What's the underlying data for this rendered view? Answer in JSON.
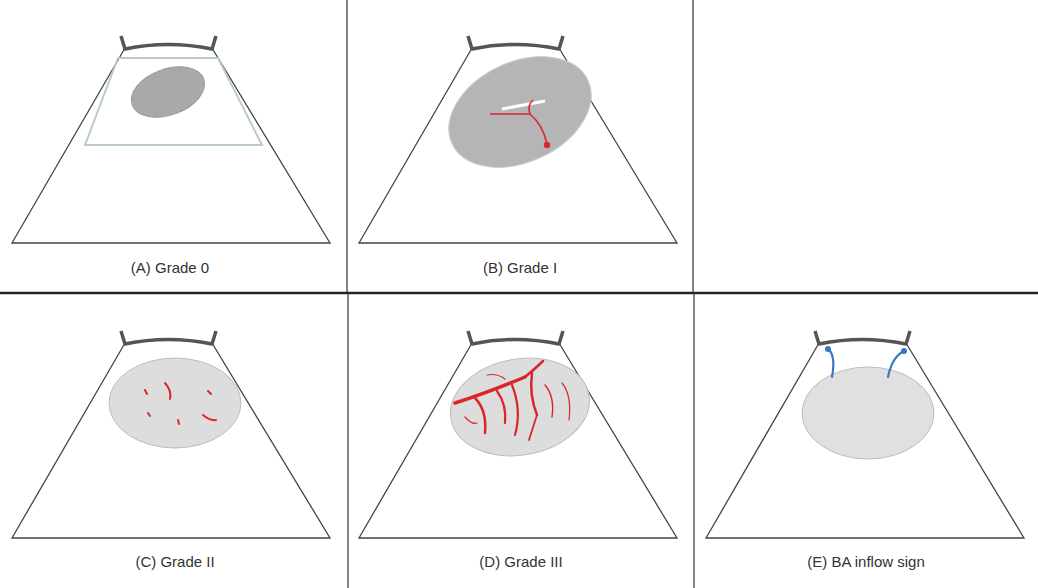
{
  "diagram": {
    "labels": [
      "(A) Grade 0",
      "(B) Grade I",
      "(C) Grade II",
      "(D) Grade III",
      "(E) BA inflow sign"
    ]
  }
}
